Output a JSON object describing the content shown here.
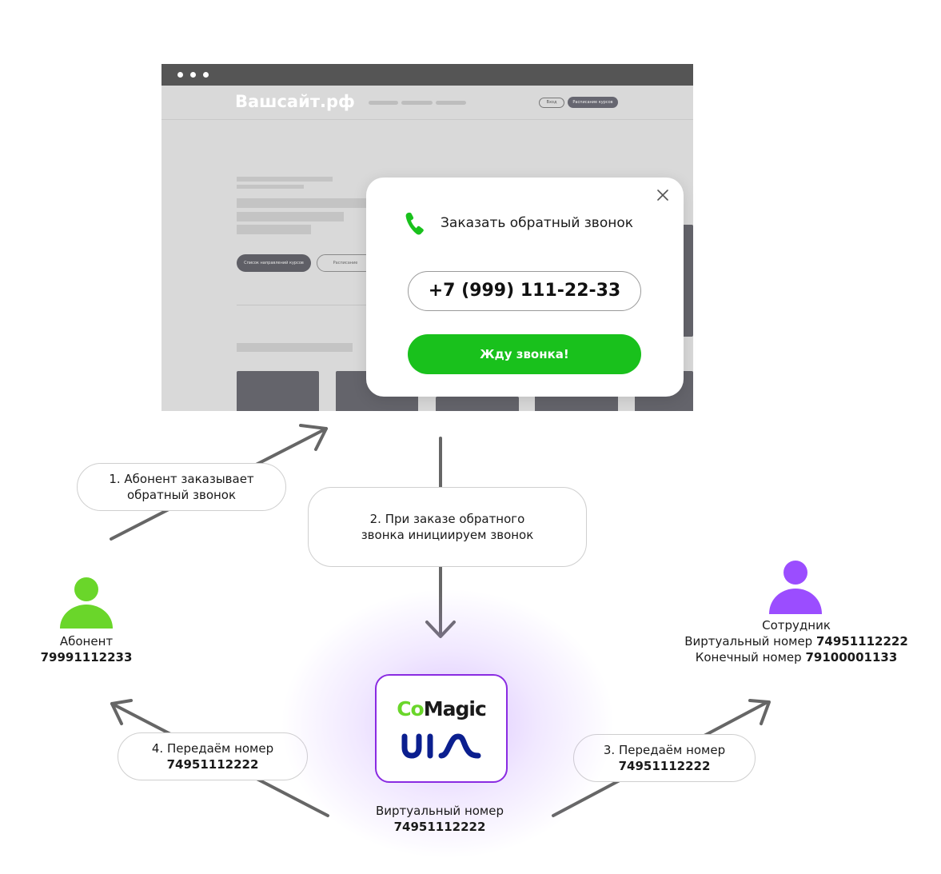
{
  "site": {
    "title": "Вашсайт.рф",
    "nav_button_1": "Вход",
    "nav_button_2": "Расписание курсов",
    "hero_button_1": "Список направлений курсов",
    "hero_button_2": "Расписание"
  },
  "popup": {
    "title": "Заказать обратный звонок",
    "phone_value": "+7 (999) 111-22-33",
    "submit_label": "Жду звонка!"
  },
  "steps": {
    "step1_line1": "1. Абонент заказывает",
    "step1_line2": "обратный звонок",
    "step2_line1": "2. При заказе обратного",
    "step2_line2": "звонка инициируем звонок",
    "step3_line1": "3. Передаём номер",
    "step3_number": "74951112222",
    "step4_line1": "4. Передаём номер",
    "step4_number": "74951112222"
  },
  "subscriber": {
    "label": "Абонент",
    "number": "79991112233"
  },
  "employee": {
    "label": "Сотрудник",
    "virtual_label": "Виртуальный номер",
    "virtual_number": "74951112222",
    "final_label": "Конечный номер",
    "final_number": "79100001133"
  },
  "center": {
    "logo_top": "CoMagic",
    "logo_bottom": "uis",
    "label": "Виртуальный номер",
    "number": "74951112222"
  },
  "colors": {
    "accent_green": "#19c11c",
    "subscriber_green": "#6ad62a",
    "employee_purple": "#9b4dff",
    "logo_border": "#8a2be2",
    "uis_blue": "#0b1f8f",
    "arrow_gray": "#666666"
  }
}
